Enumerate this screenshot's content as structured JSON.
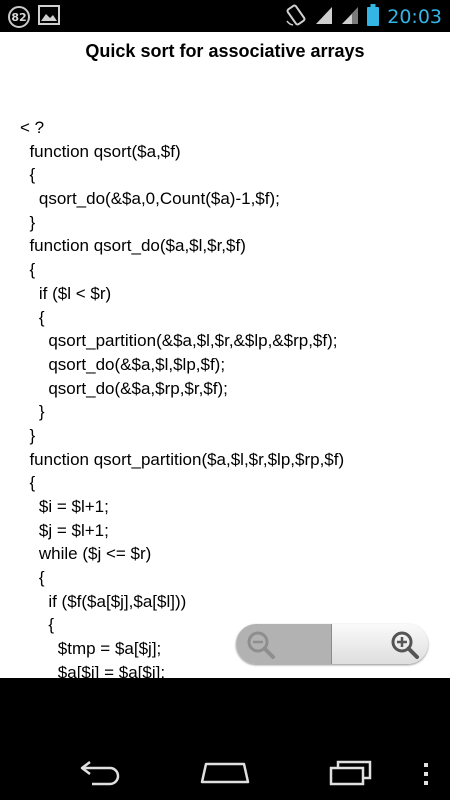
{
  "status_bar": {
    "notification_count": "82",
    "time": "20:03",
    "icons": [
      "notification-count-icon",
      "image-icon",
      "screen-rotation-icon",
      "signal-icon",
      "signal-icon",
      "battery-icon"
    ]
  },
  "page": {
    "title": "Quick sort for associative arrays"
  },
  "code": {
    "lines": [
      "< ?",
      "  function qsort($a,$f)",
      "  {",
      "    qsort_do(&$a,0,Count($a)-1,$f);",
      "  }",
      "  function qsort_do($a,$l,$r,$f)",
      "  {",
      "    if ($l < $r)",
      "    {",
      "      qsort_partition(&$a,$l,$r,&$lp,&$rp,$f);",
      "      qsort_do(&$a,$l,$lp,$f);",
      "      qsort_do(&$a,$rp,$r,$f);",
      "    }",
      "  }",
      "  function qsort_partition($a,$l,$r,$lp,$rp,$f)",
      "  {",
      "    $i = $l+1;",
      "    $j = $l+1;",
      "    while ($j <= $r)",
      "    {",
      "      if ($f($a[$j],$a[$l]))",
      "      {",
      "        $tmp = $a[$j];",
      "        $a[$j] = $a[$i];"
    ]
  },
  "zoom_controls": {
    "zoom_out_icon": "zoom-out-icon",
    "zoom_in_icon": "zoom-in-icon"
  },
  "nav_bar": {
    "icons": [
      "back-icon",
      "home-icon",
      "recent-apps-icon",
      "menu-icon"
    ]
  }
}
